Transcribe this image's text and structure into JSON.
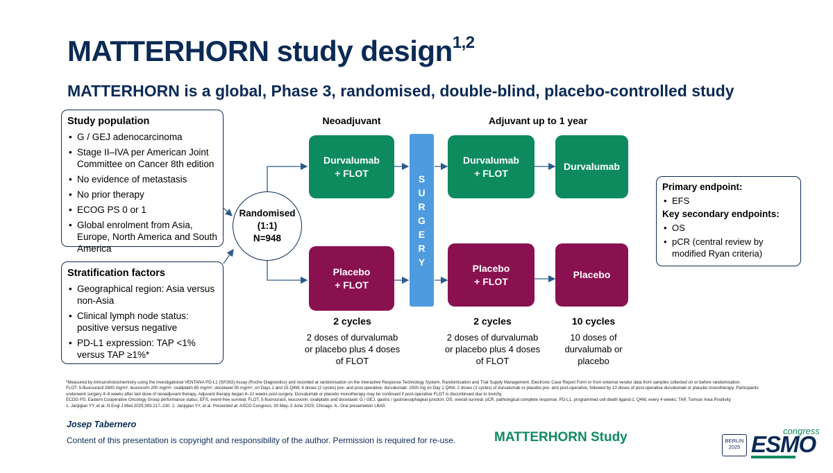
{
  "title": {
    "main": "MATTERHORN study design",
    "sup": "1,2"
  },
  "subtitle": "MATTERHORN is a global, Phase 3, randomised, double-blind, placebo-controlled study",
  "study_population": {
    "heading": "Study population",
    "items": [
      "G / GEJ adenocarcinoma",
      "Stage II–IVA per American Joint Committee on Cancer 8th edition",
      "No evidence of metastasis",
      "No prior therapy",
      "ECOG PS 0 or 1",
      "Global enrolment from Asia, Europe, North America and South America"
    ]
  },
  "stratification": {
    "heading": "Stratification factors",
    "items": [
      "Geographical region: Asia versus non-Asia",
      "Clinical lymph node status: positive versus negative",
      "PD-L1 expression: TAP <1% versus TAP ≥1%*"
    ]
  },
  "randomised": {
    "line1": "Randomised",
    "line2": "(1:1)",
    "line3": "N=948"
  },
  "columns": {
    "neoadjuvant": "Neoadjuvant",
    "adjuvant": "Adjuvant up to 1 year"
  },
  "arms": {
    "durva_neo": {
      "line1": "Durvalumab",
      "line2": "+ FLOT"
    },
    "durva_adj": {
      "line1": "Durvalumab",
      "line2": "+ FLOT"
    },
    "durva_mono": {
      "line1": "Durvalumab"
    },
    "placebo_neo": {
      "line1": "Placebo",
      "line2": "+ FLOT"
    },
    "placebo_adj": {
      "line1": "Placebo",
      "line2": "+ FLOT"
    },
    "placebo_mono": {
      "line1": "Placebo"
    }
  },
  "surgery": [
    "S",
    "U",
    "R",
    "G",
    "E",
    "R",
    "Y"
  ],
  "cycles": {
    "neo": {
      "count": "2 cycles",
      "desc": "2 doses of durvalumab or placebo plus 4 doses of FLOT"
    },
    "adj": {
      "count": "2 cycles",
      "desc": "2 doses of durvalumab or placebo plus 4 doses of FLOT"
    },
    "mono": {
      "count": "10 cycles",
      "desc": "10 doses of durvalumab or placebo"
    }
  },
  "endpoints": {
    "primary_heading": "Primary endpoint:",
    "primary_items": [
      "EFS"
    ],
    "secondary_heading": "Key secondary endpoints:",
    "secondary_items": [
      "OS",
      "pCR (central review by modified Ryan criteria)"
    ]
  },
  "footnotes": [
    "*Measured by immunohistochemistry using the investigational VENTANA PD-L1 (SP263) Assay (Roche Diagnostics) and recorded at randomisation on the Interactive Response Technology System, Randomisation and Trial Supply Management, Electronic Case Report Form or from external vendor data from samples collected on or before randomisation.",
    "FLOT: 5-fluorouracil 2600 mg/m², leucovorin 200 mg/m², oxaliplatin 85 mg/m², docetaxel 50 mg/m², on Days 1 and 15 Q4W, 4 doses (2 cycles) pre- and post-operative; durvalumab: 1500 mg on Day 1 Q4W, 2 doses (2 cycles) of durvalumab or placebo pre- and post-operative, followed by 10 doses of post-operative durvalumab or placebo monotherapy. Participants underwent surgery 4–8 weeks after last dose of neoadjuvant therapy. Adjuvant therapy began 4–12 weeks post-surgery. Durvalumab or placebo monotherapy may be continued if post-operative FLOT is discontinued due to toxicity.",
    "ECOG PS, Eastern Cooperative Oncology Group performance status; EFS, event-free survival; FLOT, 5-fluorouracil, leucovorin, oxaliplatin and docetaxel; G / GEJ, gastric / gastroesophageal junction; OS, overall survival; pCR, pathological complete response; PD-L1, programmed cell death ligand-1; Q4W, every 4 weeks; TAP, Tumour Area Positivity",
    "1. Janjigian YY, et al. N Engl J Med 2025;393:217–230. 2. Janjigian YY, et al. Presented at: ASCO Congress; 30 May–3 June 2025; Chicago, IL. Oral presentation LBA5."
  ],
  "author": "Josep Tabernero",
  "copyright": "Content of this presentation is copyright and responsibility of the author. Permission is required for re-use.",
  "study_label": "MATTERHORN Study",
  "logo": {
    "city": "BERLIN",
    "year": "2025",
    "word": "ESMO",
    "congress": "congress"
  },
  "colors": {
    "navy": "#0b2a55",
    "green": "#0e8a5f",
    "plum": "#8a1150",
    "surgery": "#4f9be0"
  }
}
